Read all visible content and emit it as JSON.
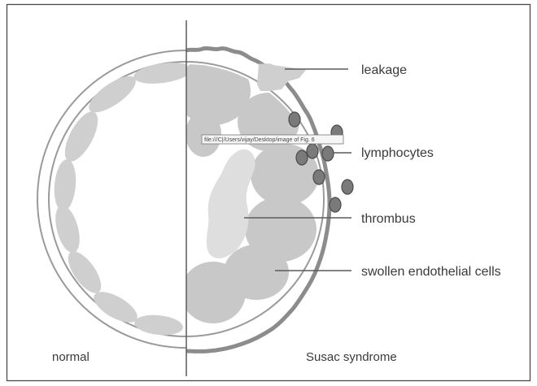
{
  "figure": {
    "captions": {
      "left": "normal",
      "right": "Susac syndrome"
    },
    "labels": {
      "leakage": "leakage",
      "lymphocytes": "lymphocytes",
      "thrombus": "thrombus",
      "swollen_cells": "swollen endothelial cells"
    },
    "tooltip": "file:///C|/Users/vijay/Desktop/image of Fig. 6",
    "colors": {
      "frame": "#4a4a4a",
      "vessel_wall": "#9a9a9a",
      "leaky_wall": "#8c8c8c",
      "endothelial_normal": "#cfcfcf",
      "endothelial_swollen": "#c8c8c8",
      "thrombus": "#dedede",
      "lymphocyte_fill": "#7a7a7a",
      "lymphocyte_stroke": "#4a4a4a",
      "leader_line": "#5a5a5a"
    }
  }
}
